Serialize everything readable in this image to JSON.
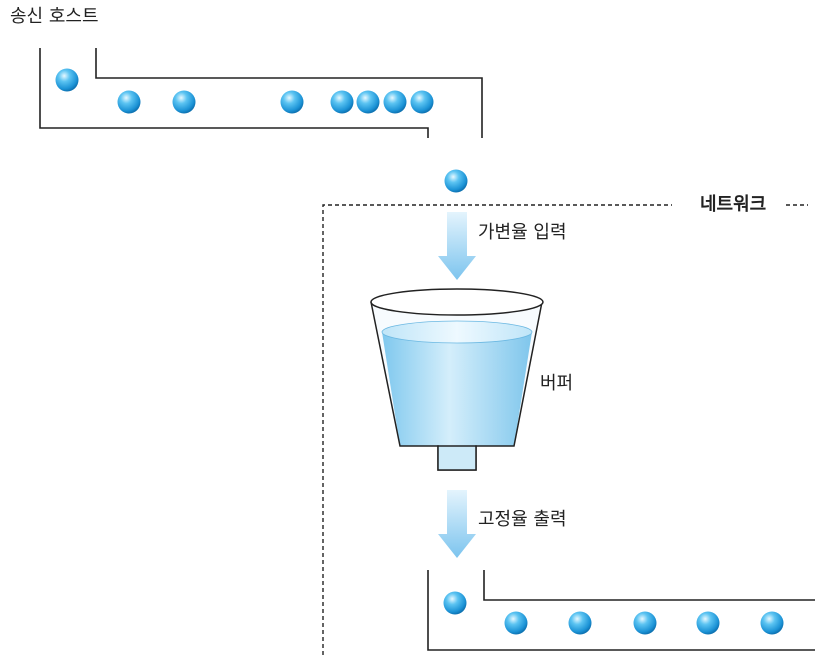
{
  "labels": {
    "sending_host": "송신 호스트",
    "network": "네트워크",
    "variable_rate_input": "가변율 입력",
    "buffer": "버퍼",
    "fixed_rate_output": "고정율 출력"
  },
  "icons": {
    "packet": "blue-sphere-icon",
    "flow_arrow": "down-arrow-icon",
    "buffer": "bucket-icon"
  },
  "colors": {
    "packet_highlight": "#d8f4ff",
    "packet_core": "#3fb2ea",
    "packet_edge": "#0c78b8",
    "arrow": "#9fd3f2",
    "water": "#8fd0f0",
    "line": "#222222"
  }
}
